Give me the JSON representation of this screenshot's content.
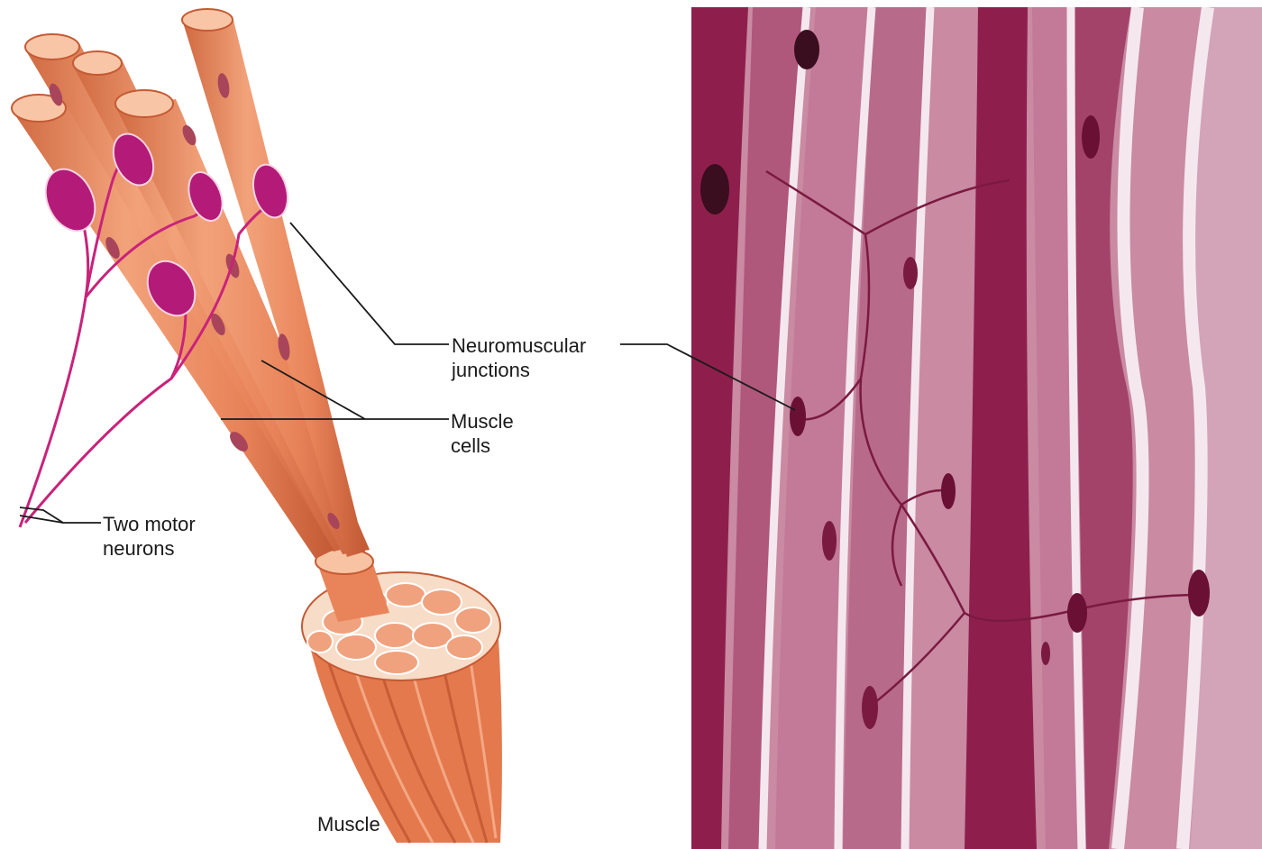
{
  "labels": {
    "neuromuscular_junctions": [
      "Neuromuscular",
      "junctions"
    ],
    "muscle_cells": [
      "Muscle",
      "cells"
    ],
    "two_motor_neurons": [
      "Two motor",
      "neurons"
    ],
    "muscle": "Muscle"
  },
  "colors": {
    "fiber_light": "#f6b48a",
    "fiber": "#e9845a",
    "fiber_dark": "#c9603a",
    "nucleus": "#a8455a",
    "neuron": "#c8237a",
    "junction": "#b41a78",
    "micrograph_base": "#cf8aa6",
    "micrograph_stripe": "#a8305e",
    "micrograph_gap": "#f4e8ee",
    "leader_line": "#1a1a1a"
  }
}
